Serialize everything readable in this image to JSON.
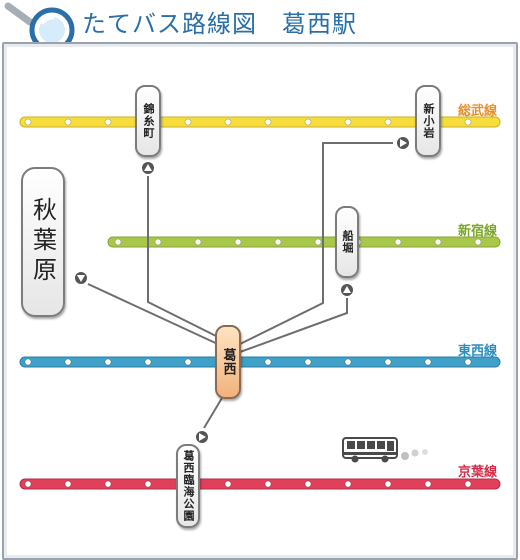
{
  "title": "たてバス路線図　葛西駅",
  "icons": [
    "magnifier-icon",
    "bus-icon"
  ],
  "colors": {
    "sobu": "#f6dc3c",
    "shinjuku": "#a9c84a",
    "tozai": "#3fa0c8",
    "keiyo": "#e0405a",
    "route": "#6e6e6e",
    "home_station": "#f2b27c"
  },
  "lines": [
    {
      "id": "sobu",
      "label": "総武線",
      "label_color": "#e8902a"
    },
    {
      "id": "shinjuku",
      "label": "新宿線",
      "label_color": "#7aa62a"
    },
    {
      "id": "tozai",
      "label": "東西線",
      "label_color": "#2a8ec0"
    },
    {
      "id": "keiyo",
      "label": "京葉線",
      "label_color": "#d62c48"
    }
  ],
  "stations": {
    "kinshicho": "錦糸町",
    "shinkoiwa": "新小岩",
    "akihabara": "秋葉原",
    "funabori": "船堀",
    "kasai": "葛西",
    "rinkai": "葛西臨海公園"
  }
}
